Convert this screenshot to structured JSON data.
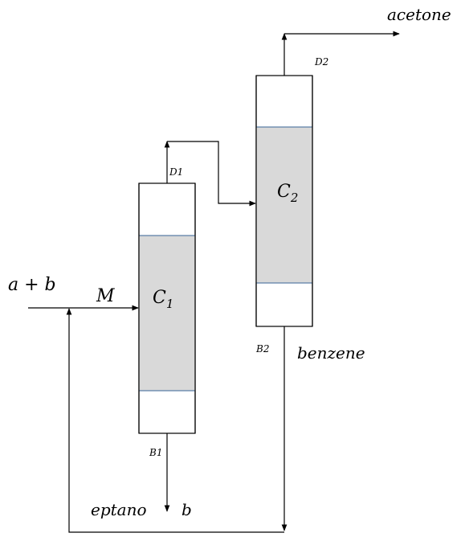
{
  "labels": {
    "feed": "a + b",
    "mix": "M",
    "column1_main": "C",
    "column1_sub": "1",
    "column2_main": "C",
    "column2_sub": "2",
    "d1": "D1",
    "b1": "B1",
    "d2": "D2",
    "b2": "B2",
    "product_top": "acetone",
    "product_b2": "benzene",
    "product_b1_name": "eptano",
    "product_b1_comp": "b"
  }
}
